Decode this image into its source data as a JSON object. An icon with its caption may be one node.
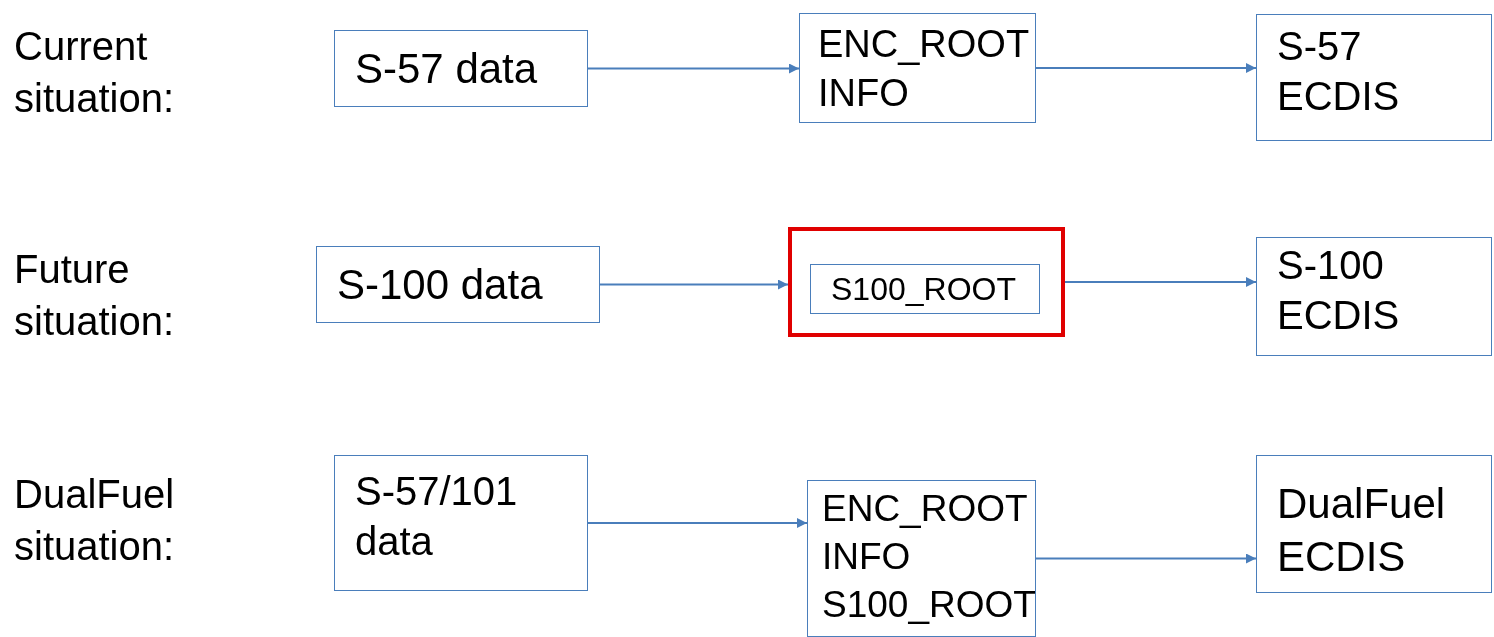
{
  "diagram": {
    "nodes": [
      {
        "text": [
          "S-57 data"
        ]
      },
      {
        "text": [
          "ENC_ROOT",
          "INFO"
        ]
      },
      {
        "text": [
          "S-57 ECDIS"
        ]
      },
      {
        "text": [
          "S-100 data"
        ]
      },
      {
        "text": [],
        "shape": "box"
      },
      {
        "text": [
          "S100_ROOT"
        ],
        "in": 4
      },
      {
        "text": [
          "S-100 ECDIS"
        ]
      },
      {
        "text": [
          "S-57/101 data"
        ]
      },
      {
        "text": [
          "ENC_ROOT",
          "INFO",
          "S100_ROOT"
        ]
      },
      {
        "text": [
          "DualFuel ECDIS"
        ]
      }
    ],
    "edges": [
      {
        "from": 0,
        "to": 1,
        "arrow": "to"
      },
      {
        "from": 1,
        "to": 2,
        "arrow": "to"
      },
      {
        "from": 3,
        "to": 4,
        "arrow": "to"
      },
      {
        "from": 4,
        "to": 6,
        "arrow": "to"
      },
      {
        "from": 7,
        "to": 8,
        "arrow": "to"
      },
      {
        "from": 8,
        "to": 9,
        "arrow": "to"
      }
    ],
    "labels": [
      "Current situation:",
      "Future situation:",
      "DualFuel situation:"
    ]
  }
}
